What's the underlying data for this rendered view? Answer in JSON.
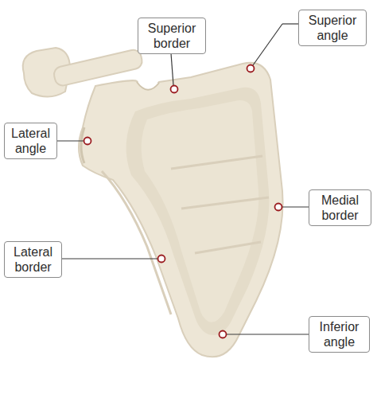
{
  "diagram": {
    "nodes": [
      {
        "text": [
          "Superior border"
        ]
      },
      {
        "text": [
          "Superior angle"
        ]
      },
      {
        "text": [
          "Lateral angle"
        ]
      },
      {
        "text": [
          "Medial border"
        ]
      },
      {
        "text": [
          "Lateral border"
        ]
      },
      {
        "text": [
          "Inferior angle"
        ]
      }
    ]
  }
}
